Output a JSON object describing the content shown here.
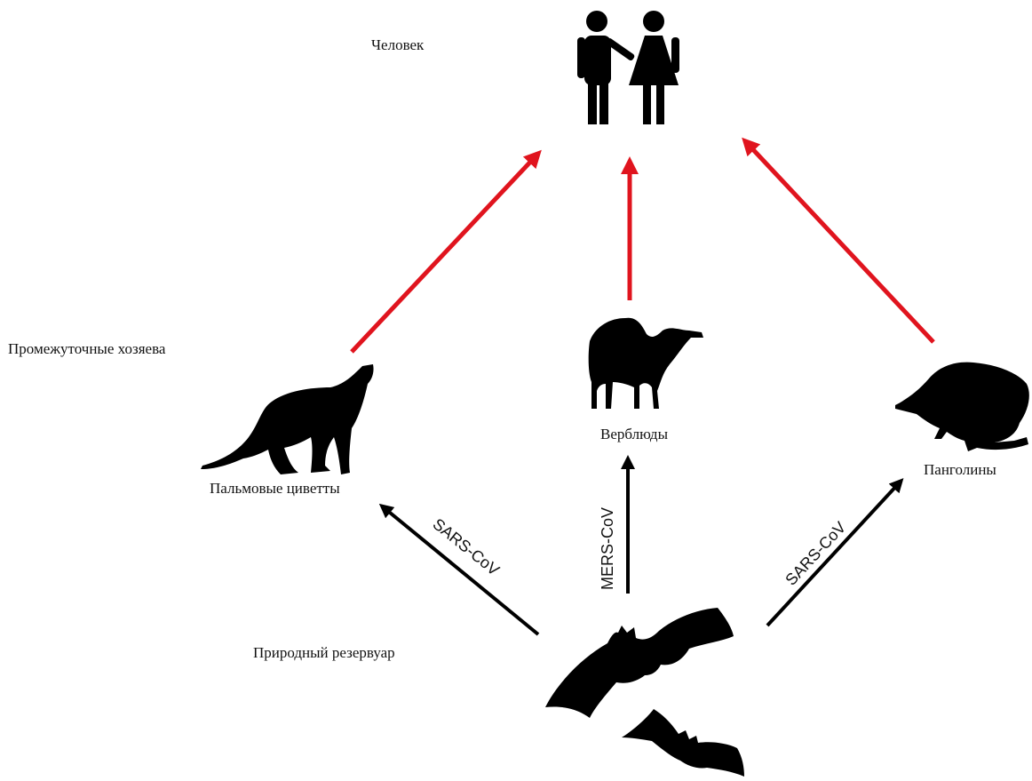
{
  "levels": {
    "human": "Человек",
    "intermediate": "Промежуточные хозяева",
    "reservoir": "Природный резервуар"
  },
  "hosts": {
    "civets": "Пальмовые циветты",
    "camels": "Верблюды",
    "pangolins": "Панголины"
  },
  "viruses": {
    "to_civets": "SARS-CoV",
    "to_camels": "MERS-CoV",
    "to_pangolins": "SARS-CoV"
  },
  "icons": {
    "humans": "people-icon",
    "civet": "civet-icon",
    "camel": "camel-icon",
    "pangolin": "pangolin-icon",
    "bats": "bat-icon"
  },
  "colors": {
    "zoonotic_to_human_arrow": "#e0141e",
    "reservoir_to_host_arrow": "#000000",
    "silhouette": "#000000",
    "background": "#ffffff"
  }
}
